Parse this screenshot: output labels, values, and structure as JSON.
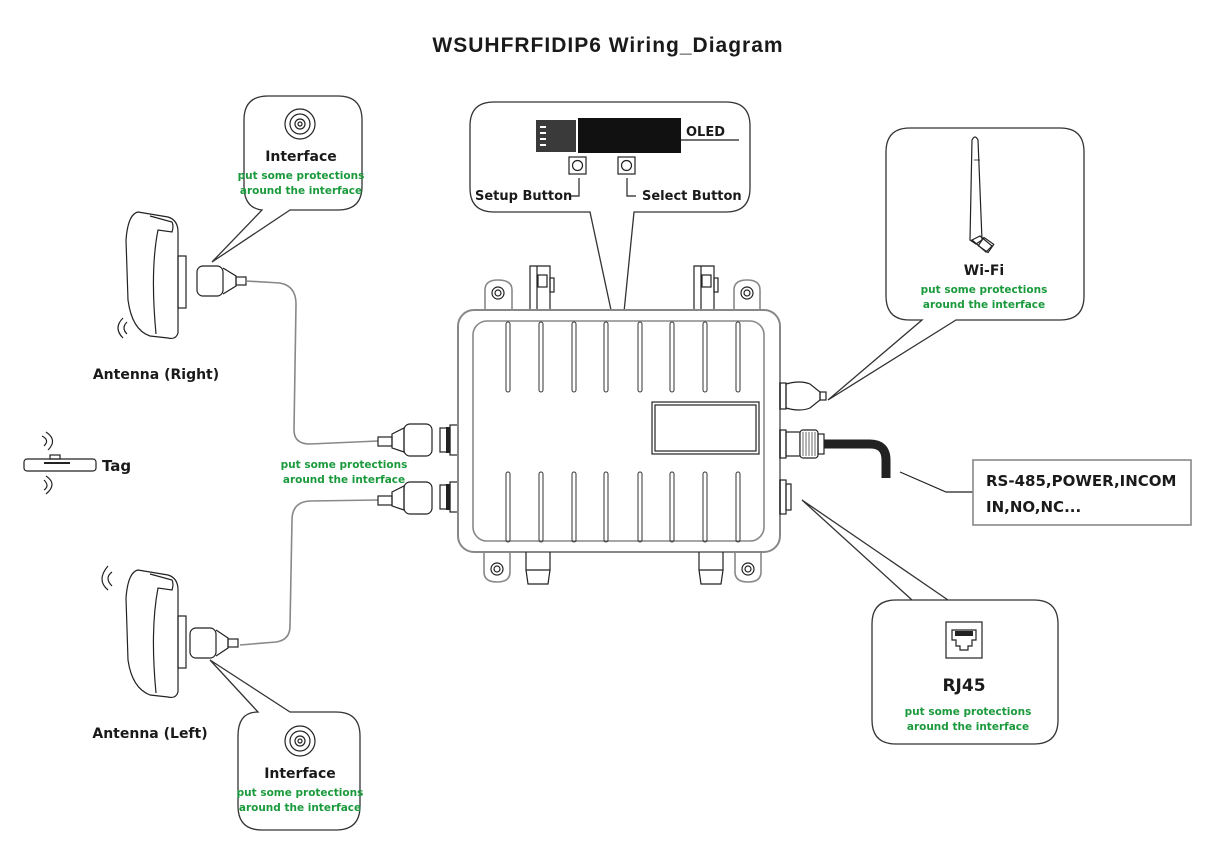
{
  "title": "WSUHFRFIDIP6 Wiring_Diagram",
  "colors": {
    "note_green": "#1a9a3c",
    "line": "#222222",
    "oled_black": "#111111"
  },
  "protection_note": [
    "put some protections",
    "around the interface"
  ],
  "callouts": {
    "interface_top": {
      "label": "Interface",
      "icon": "coaxial-port-icon",
      "note": [
        "put some protections",
        "around the interface"
      ]
    },
    "interface_bottom": {
      "label": "Interface",
      "icon": "coaxial-port-icon",
      "note": [
        "put some protections",
        "around the interface"
      ]
    },
    "oled": {
      "label": "OLED",
      "setup_button": "Setup Button",
      "select_button": "Select Button"
    },
    "wifi": {
      "label": "Wi-Fi",
      "icon": "wifi-antenna-icon",
      "note": [
        "put some protections",
        "around the interface"
      ]
    },
    "rj45": {
      "label": "RJ45",
      "icon": "rj45-port-icon",
      "note": [
        "put some protections",
        "around the interface"
      ]
    },
    "io_box": {
      "lines": [
        "RS-485,POWER,INCOM",
        "IN,NO,NC..."
      ]
    }
  },
  "antennas": {
    "right": {
      "label": "Antenna (Right)"
    },
    "left": {
      "label": "Antenna (Left)"
    }
  },
  "cable_note": [
    "put some protections",
    "around the interface"
  ],
  "tag": {
    "label": "Tag"
  }
}
